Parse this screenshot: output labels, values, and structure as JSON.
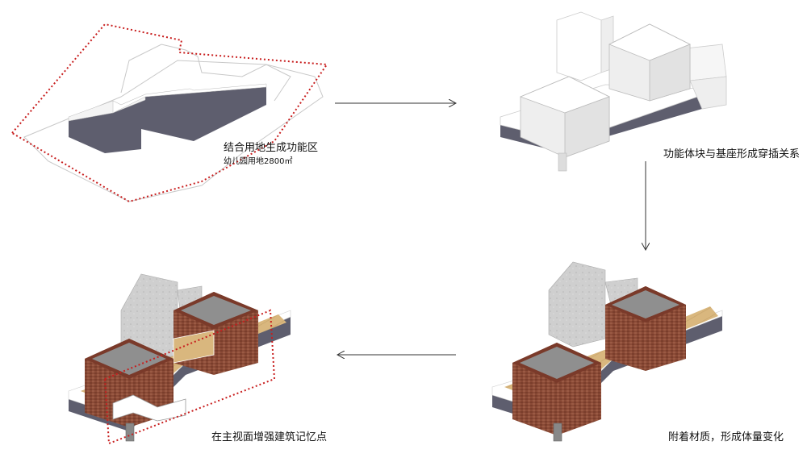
{
  "steps": [
    {
      "caption": "结合用地生成功能区",
      "note": "幼儿园用地2800㎡"
    },
    {
      "caption": "功能体块与基座形成穿插关系"
    },
    {
      "caption": "附着材质，形成体量变化"
    },
    {
      "caption": "在主视面增强建筑记忆点"
    }
  ],
  "colors": {
    "site_boundary": "#c81e1e",
    "slab_dark": "#5e5e6e",
    "mass_white": "#f2f2f2",
    "brick": "#8a4a36",
    "roof_gray": "#8f8f8f",
    "wood_deck": "#d9b77e",
    "concrete": "#c9c9c9",
    "arrow": "#333333"
  },
  "icons": [
    "arrow-right-icon",
    "arrow-down-icon",
    "arrow-left-icon"
  ]
}
